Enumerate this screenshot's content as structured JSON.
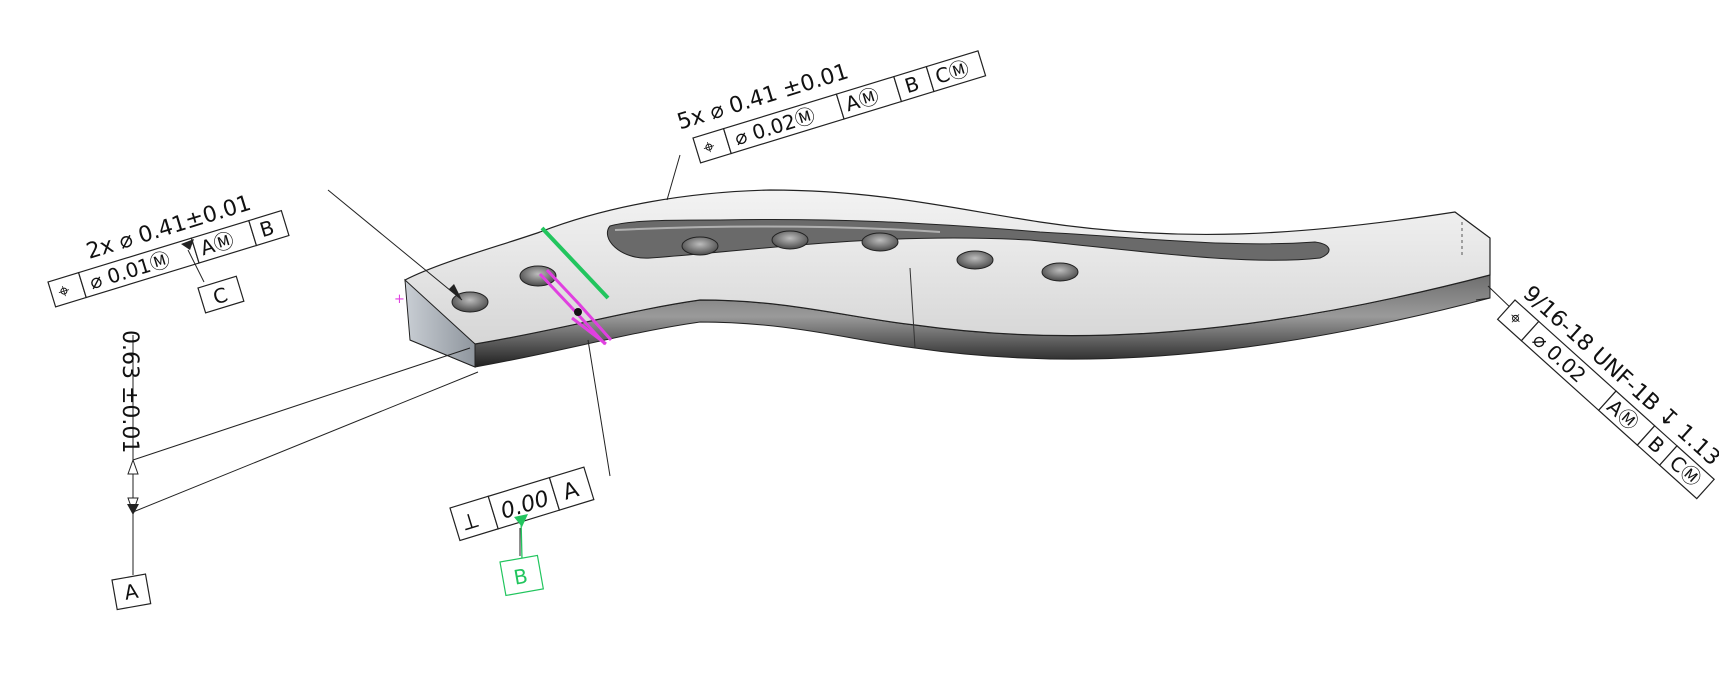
{
  "callouts": {
    "two_hole": {
      "qty_size": "2x ⌀ 0.41±0.01",
      "symbol": "⌖",
      "tol": "⌀ 0.01Ⓜ",
      "datum1": "AⓂ",
      "datum2": "B",
      "datum_c": "C"
    },
    "five_hole": {
      "qty_size": "5x ⌀ 0.41 ±0.01",
      "symbol": "⌖",
      "tol": "⌀ 0.02Ⓜ",
      "datum1": "AⓂ",
      "datum2": "B",
      "datum3": "CⓂ"
    },
    "thread": {
      "spec": "9/16-18 UNF-1B ↧ 1.13",
      "symbol": "⌖",
      "tol": "⌀ 0.02",
      "datum1": "AⓂ",
      "datum2": "B",
      "datum3": "CⓂ"
    },
    "thickness": {
      "value": "0.63 ±0.01"
    },
    "perpendicularity": {
      "symbol": "⟂",
      "tol": "0.00",
      "datum": "A"
    },
    "datum_a": {
      "label": "A"
    },
    "datum_b": {
      "label": "B"
    }
  },
  "colors": {
    "line": "#222222",
    "datum_green": "#22c55e",
    "highlight_magenta": "#e040e0",
    "part_dark": "#3a3a3a",
    "part_light": "#e9e9e9"
  }
}
